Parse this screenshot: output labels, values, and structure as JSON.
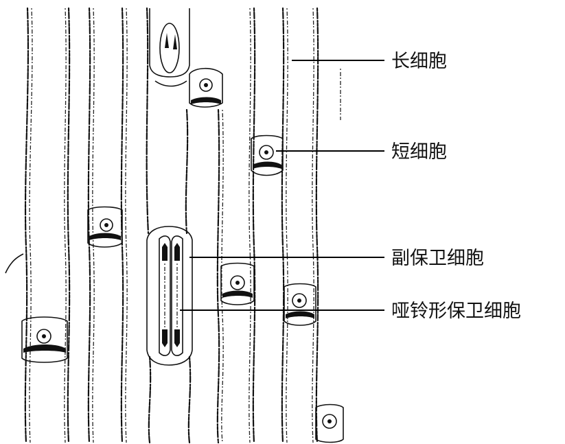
{
  "labels": {
    "long_cell": "长细胞",
    "short_cell": "短细胞",
    "subsidiary_cell": "副保卫细胞",
    "dumbbell_guard_cell": "哑铃形保卫细胞"
  },
  "colors": {
    "ink": "#111111",
    "background": "#ffffff"
  }
}
